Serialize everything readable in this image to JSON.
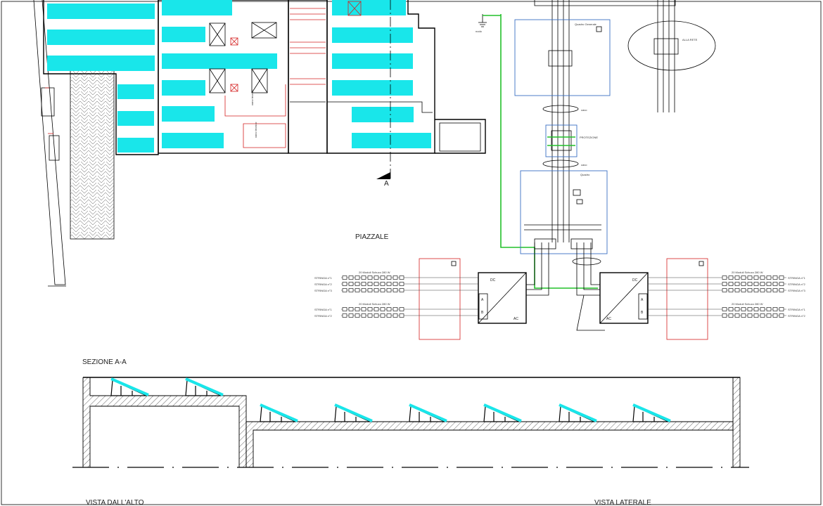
{
  "drawing": {
    "top_left_label": "",
    "piazzale": "PIAZZALE",
    "section_marker": "A",
    "section_title": "SEZIONE A-A",
    "view_top": "VISTA DALL'ALTO",
    "view_side": "VISTA LATERALE"
  },
  "colors": {
    "panel": "#19e6ea",
    "red": "#d42020",
    "blue": "#3a6fc4",
    "green": "#22c02a"
  },
  "schematic": {
    "left_strings": [
      "STRINGA n°1",
      "STRINGA n°2",
      "STRINGA n°3",
      "STRINGA n°1",
      "STRINGA n°2"
    ],
    "right_strings": [
      "STRINGA n°1",
      "STRINGA n°2",
      "STRINGA n°3",
      "STRINGA n°1",
      "STRINGA n°2"
    ],
    "module_label": "20 Moduli Schuco 280 W",
    "inverter_dc": "DC",
    "inverter_ac": "AC",
    "input_a": "A",
    "input_b": "B"
  }
}
